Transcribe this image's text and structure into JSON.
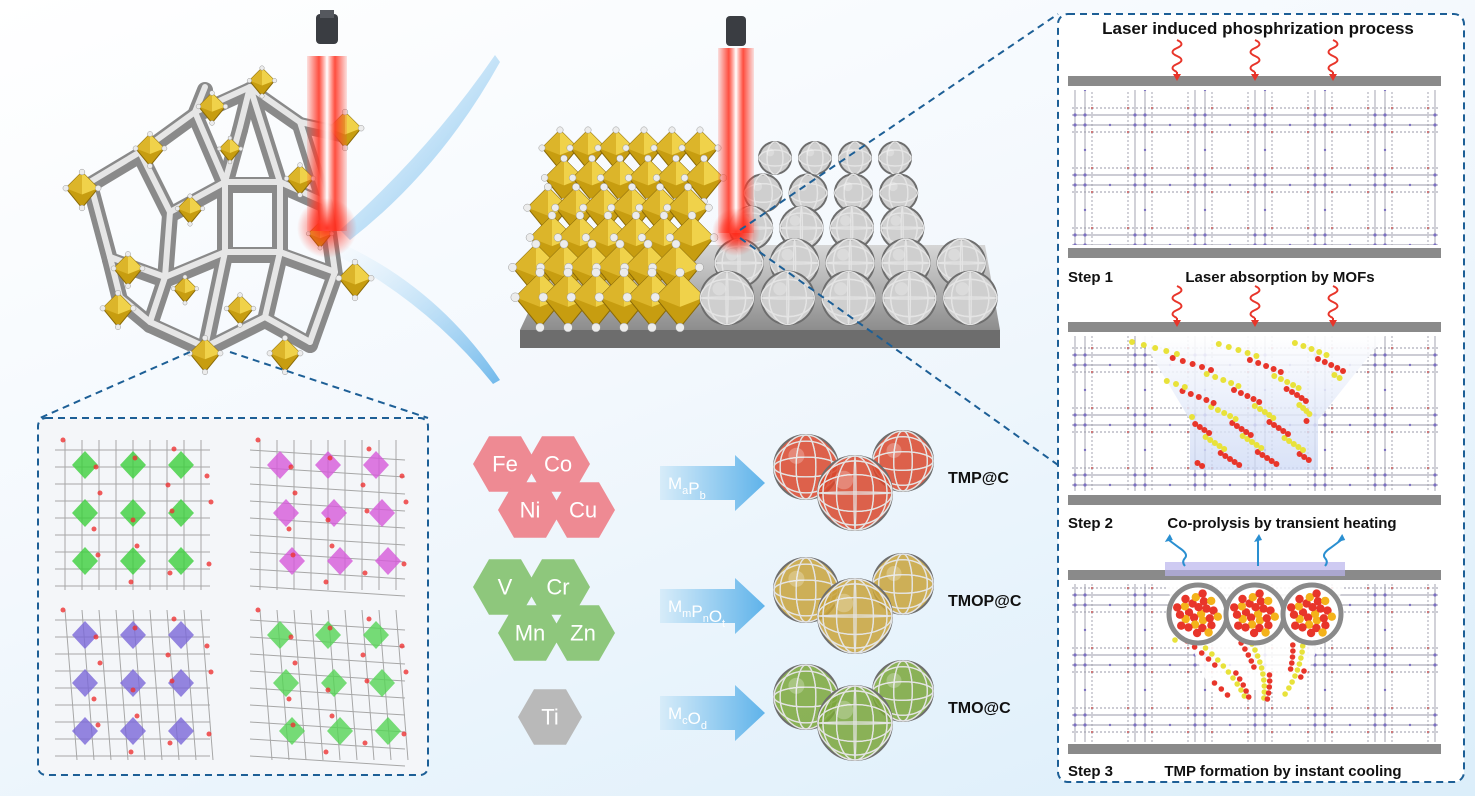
{
  "panel": {
    "title": "Laser induced phosphrization process",
    "steps": [
      {
        "number": "Step 1",
        "text": "Laser absorption by MOFs"
      },
      {
        "number": "Step 2",
        "text": "Co-prolysis by transient heating"
      },
      {
        "number": "Step 3",
        "text": "TMP formation by instant cooling"
      }
    ]
  },
  "element_groups": [
    {
      "color": "#ee8a93",
      "elements": [
        "Fe",
        "Co",
        "Ni",
        "Cu"
      ],
      "formula_base": [
        "M",
        "P"
      ],
      "formula_sub": [
        "a",
        "b"
      ],
      "product": "TMP@C",
      "core_color": "#d9472b"
    },
    {
      "color": "#8ec77c",
      "elements": [
        "V",
        "Cr",
        "Mn",
        "Zn"
      ],
      "formula_base": [
        "M",
        "P",
        "O"
      ],
      "formula_sub": [
        "m",
        "n",
        "t"
      ],
      "product": "TMOP@C",
      "core_color": "#c8a23a"
    },
    {
      "color": "#b9b9b9",
      "elements": [
        "Ti"
      ],
      "formula_base": [
        "M",
        "O"
      ],
      "formula_sub": [
        "c",
        "d"
      ],
      "product": "TMO@C",
      "core_color": "#7aa63a"
    }
  ],
  "colors": {
    "dashed_border": "#1d5f96",
    "laser": "#ff3b2a",
    "octahedron": "#d9b41c",
    "cage": "#8e8e8e",
    "bar": "#8a8a8a",
    "arrow": "#7fc4ee",
    "particle_red": "#e8352a",
    "particle_yellow": "#e8e23a"
  }
}
